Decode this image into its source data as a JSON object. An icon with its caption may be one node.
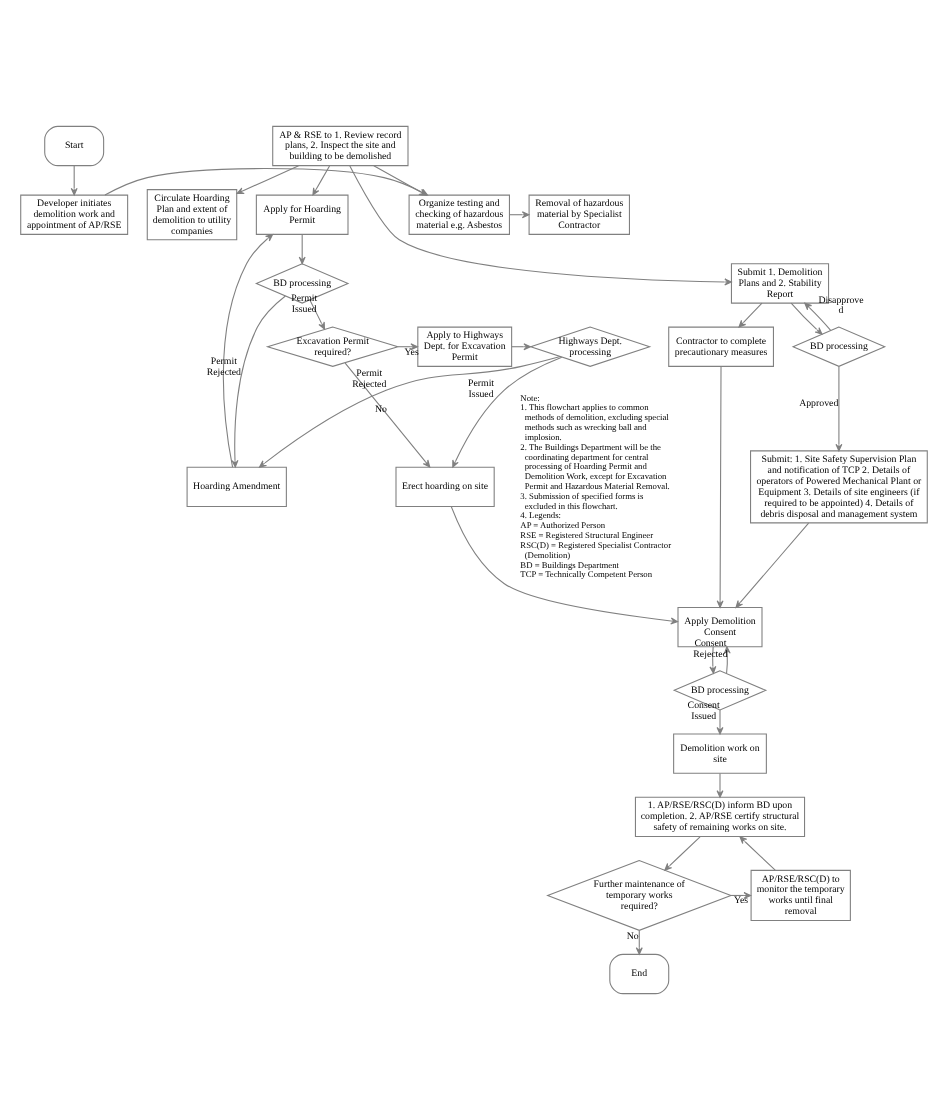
{
  "diagram": {
    "nodes": [
      {
        "text": [
          "Start"
        ]
      },
      {
        "text": [
          "Developer initiates demolition work and appointment of AP/RSE"
        ]
      },
      {
        "text": [
          "AP & RSE to 1. Review record plans, 2. Inspect the site and building to be demolished"
        ]
      },
      {
        "text": [
          "Organize testing and checking of hazardous material e.g. Asbestos"
        ]
      },
      {
        "text": [
          "Removal of hazardous material by Specialist Contractor"
        ]
      },
      {
        "text": [
          "Circulate Hoarding Plan and extent of demolition to utility companies"
        ]
      },
      {
        "text": [
          "Apply for Hoarding Permit"
        ]
      },
      {
        "text": [
          "Hoarding Amendment"
        ]
      },
      {
        "text": [
          "BD processing"
        ]
      },
      {
        "text": [
          "Excavation Permit required?"
        ]
      },
      {
        "text": [
          "Apply to Highways Dept. for Excavation Permit"
        ]
      },
      {
        "text": [
          "Highways Dept. processing"
        ]
      },
      {
        "text": [
          "Erect hoarding on site"
        ]
      },
      {
        "text": [
          "Submit 1. Demolition Plans and 2. Stability Report"
        ]
      },
      {
        "text": [
          "BD processing"
        ]
      },
      {
        "text": [
          "Submit: 1. Site Safety Supervision Plan and notification of TCP 2. Details of operators of Powered Mechanical Plant or Equipment 3. Details of site engineers (if required to be appointed) 4. Details of debris disposal and management system"
        ]
      },
      {
        "text": [
          "Contractor to complete precautionary measures"
        ]
      },
      {
        "text": [
          "Apply Demolition Consent"
        ]
      },
      {
        "text": [
          "BD processing"
        ]
      },
      {
        "text": [
          "Demolition work on site"
        ]
      },
      {
        "text": [
          "1. AP/RSE/RSC(D) inform BD upon completion. 2. AP/RSE certify structural safety of remaining works on site."
        ]
      },
      {
        "text": [
          "Further maintenance of temporary works required?"
        ]
      },
      {
        "text": [
          "AP/RSE/RSC(D) to monitor the temporary works until final removal"
        ]
      },
      {
        "text": [
          "End"
        ]
      }
    ],
    "edges": [
      {
        "from": 0,
        "to": 1,
        "arrow": "to"
      },
      {
        "from": 1,
        "to": 3,
        "arrow": "to"
      },
      {
        "from": 2,
        "to": 3,
        "arrow": "to"
      },
      {
        "from": 3,
        "to": 4,
        "arrow": "to"
      },
      {
        "from": 2,
        "to": 5,
        "arrow": "to"
      },
      {
        "from": 2,
        "to": 6,
        "arrow": "to"
      },
      {
        "from": 7,
        "to": 6,
        "arrow": "to"
      },
      {
        "from": 6,
        "to": 8,
        "arrow": "to"
      },
      {
        "from": 8,
        "to": 7,
        "label": "Permit Rejected",
        "arrow": "to"
      },
      {
        "from": 8,
        "to": 9,
        "label": "Permit Issued",
        "arrow": "to"
      },
      {
        "from": 9,
        "to": 10,
        "label": "Yes",
        "arrow": "to"
      },
      {
        "from": 10,
        "to": 11,
        "arrow": "to"
      },
      {
        "from": 11,
        "to": 7,
        "label": "Permit Rejected",
        "arrow": "to"
      },
      {
        "from": 11,
        "to": 12,
        "label": "Permit Issued",
        "arrow": "to"
      },
      {
        "from": 9,
        "to": 12,
        "label": "No",
        "arrow": "to"
      },
      {
        "from": 2,
        "to": 13,
        "arrow": "to"
      },
      {
        "from": 13,
        "to": 14,
        "arrow": "to"
      },
      {
        "from": 14,
        "to": 13,
        "label": "Disapproved",
        "arrow": "to"
      },
      {
        "from": 14,
        "to": 15,
        "label": "Approved",
        "arrow": "to"
      },
      {
        "from": 13,
        "to": 16,
        "arrow": "to"
      },
      {
        "from": 12,
        "to": 17,
        "arrow": "to"
      },
      {
        "from": 16,
        "to": 17,
        "arrow": "to"
      },
      {
        "from": 15,
        "to": 17,
        "arrow": "to"
      },
      {
        "from": 17,
        "to": 18,
        "arrow": "to"
      },
      {
        "from": 18,
        "to": 17,
        "label": "Consent Rejected",
        "arrow": "to"
      },
      {
        "from": 18,
        "to": 19,
        "label": "Consent Issued",
        "arrow": "to"
      },
      {
        "from": 19,
        "to": 20,
        "arrow": "to"
      },
      {
        "from": 20,
        "to": 21,
        "arrow": "to"
      },
      {
        "from": 21,
        "to": 22,
        "label": "Yes",
        "arrow": "to"
      },
      {
        "from": 22,
        "to": 20,
        "arrow": "to"
      },
      {
        "from": 21,
        "to": 23,
        "label": "No",
        "arrow": "to"
      }
    ],
    "labels": [
      "Note:",
      "1. This flowchart applies to common methods of demolition, excluding special methods such as wrecking ball and implosion.",
      "2. The Buildings Department will be the coordinating department for central processing of Hoarding Permit and Demolition Work, except for Excavation Permit and Hazardous Material Removal.",
      "3. Submission of specified forms is excluded in this flowchart.",
      "4. Legends:",
      "AP = Authorized Person",
      "RSE = Registered Structural Engineer",
      "RSC(D) = Registered Specialist Contractor (Demolition)",
      "BD = Buildings Department",
      "TCP = Technically Competent Person"
    ]
  }
}
